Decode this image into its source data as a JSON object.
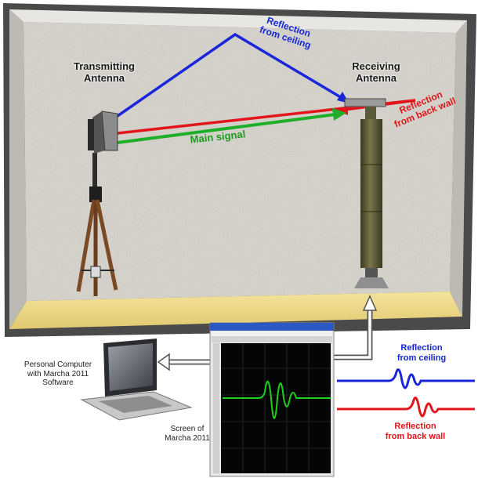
{
  "labels": {
    "transmitting": [
      "Transmitting",
      "Antenna"
    ],
    "receiving": [
      "Receiving",
      "Antenna"
    ],
    "reflection_ceiling_top": [
      "Reflection",
      "from ceiling"
    ],
    "reflection_back_top": [
      "Reflection",
      "from back wall"
    ],
    "main_signal": "Main signal",
    "computer": [
      "Personal Computer",
      "with Marcha 2011",
      "Software"
    ],
    "screen": [
      "Screen of",
      "Marcha 2011"
    ],
    "reflection_ceiling_right": [
      "Reflection",
      "from ceiling"
    ],
    "reflection_back_right": [
      "Reflection",
      "from back wall"
    ]
  },
  "colors": {
    "ceiling_path": "#1a26d9",
    "back_wall_path": "#e2151b",
    "main_path": "#1fae27",
    "floor": "#ecd889",
    "wall": "#d6d3cc",
    "trace": "#19d219"
  },
  "icons": [
    "laptop-icon",
    "tripod-icon",
    "transmitter-horn-icon",
    "receiver-mast-icon",
    "oscilloscope-screen-icon"
  ]
}
